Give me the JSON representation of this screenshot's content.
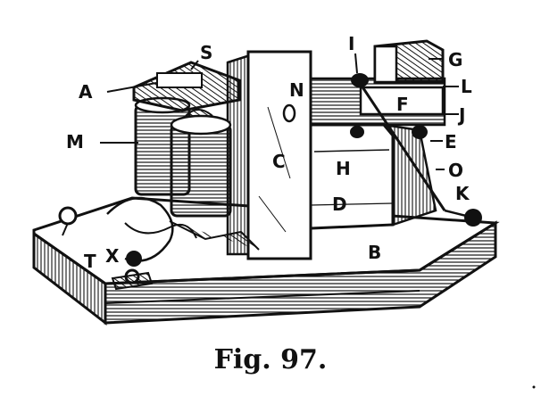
{
  "caption": "Fig. 97.",
  "labels": {
    "S": "S",
    "A": "A",
    "M": "M",
    "N": "N",
    "C": "C",
    "I": "I",
    "G": "G",
    "L": "L",
    "F": "F",
    "J": "J",
    "E": "E",
    "H": "H",
    "O": "O",
    "D": "D",
    "K": "K",
    "B": "B",
    "T": "T",
    "X": "X"
  },
  "colors": {
    "ink": "#111111",
    "paper": "#ffffff"
  }
}
